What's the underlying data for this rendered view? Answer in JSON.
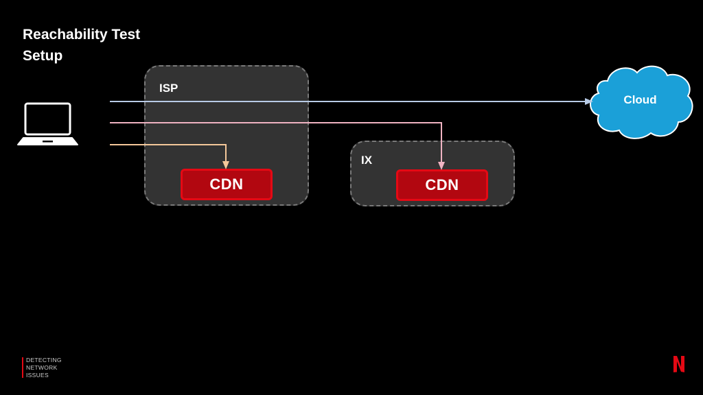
{
  "title": "Reachability Test\nSetup",
  "zones": {
    "isp": {
      "label": "ISP"
    },
    "ix": {
      "label": "IX"
    }
  },
  "nodes": {
    "client": {
      "icon": "laptop-icon"
    },
    "cdn_isp": {
      "label": "CDN"
    },
    "cdn_ix": {
      "label": "CDN"
    },
    "cloud": {
      "label": "Cloud",
      "icon": "cloud-icon"
    }
  },
  "connections": [
    {
      "from": "client",
      "to": "cloud",
      "color": "#b8cbe6"
    },
    {
      "from": "client",
      "to": "cdn_ix",
      "color": "#f0b3c2"
    },
    {
      "from": "client",
      "to": "cdn_isp",
      "color": "#f5c89a"
    }
  ],
  "colors": {
    "background": "#000000",
    "zone_fill": "#333333",
    "zone_border": "#7a7a7a",
    "cdn_fill": "#b20710",
    "cdn_border": "#e50914",
    "cloud_fill": "#1ba0d8",
    "brand": "#e50914"
  },
  "footer": {
    "lines": [
      "DETECTING",
      "NETWORK",
      "ISSUES"
    ]
  },
  "brand": {
    "icon": "netflix-n-logo"
  }
}
